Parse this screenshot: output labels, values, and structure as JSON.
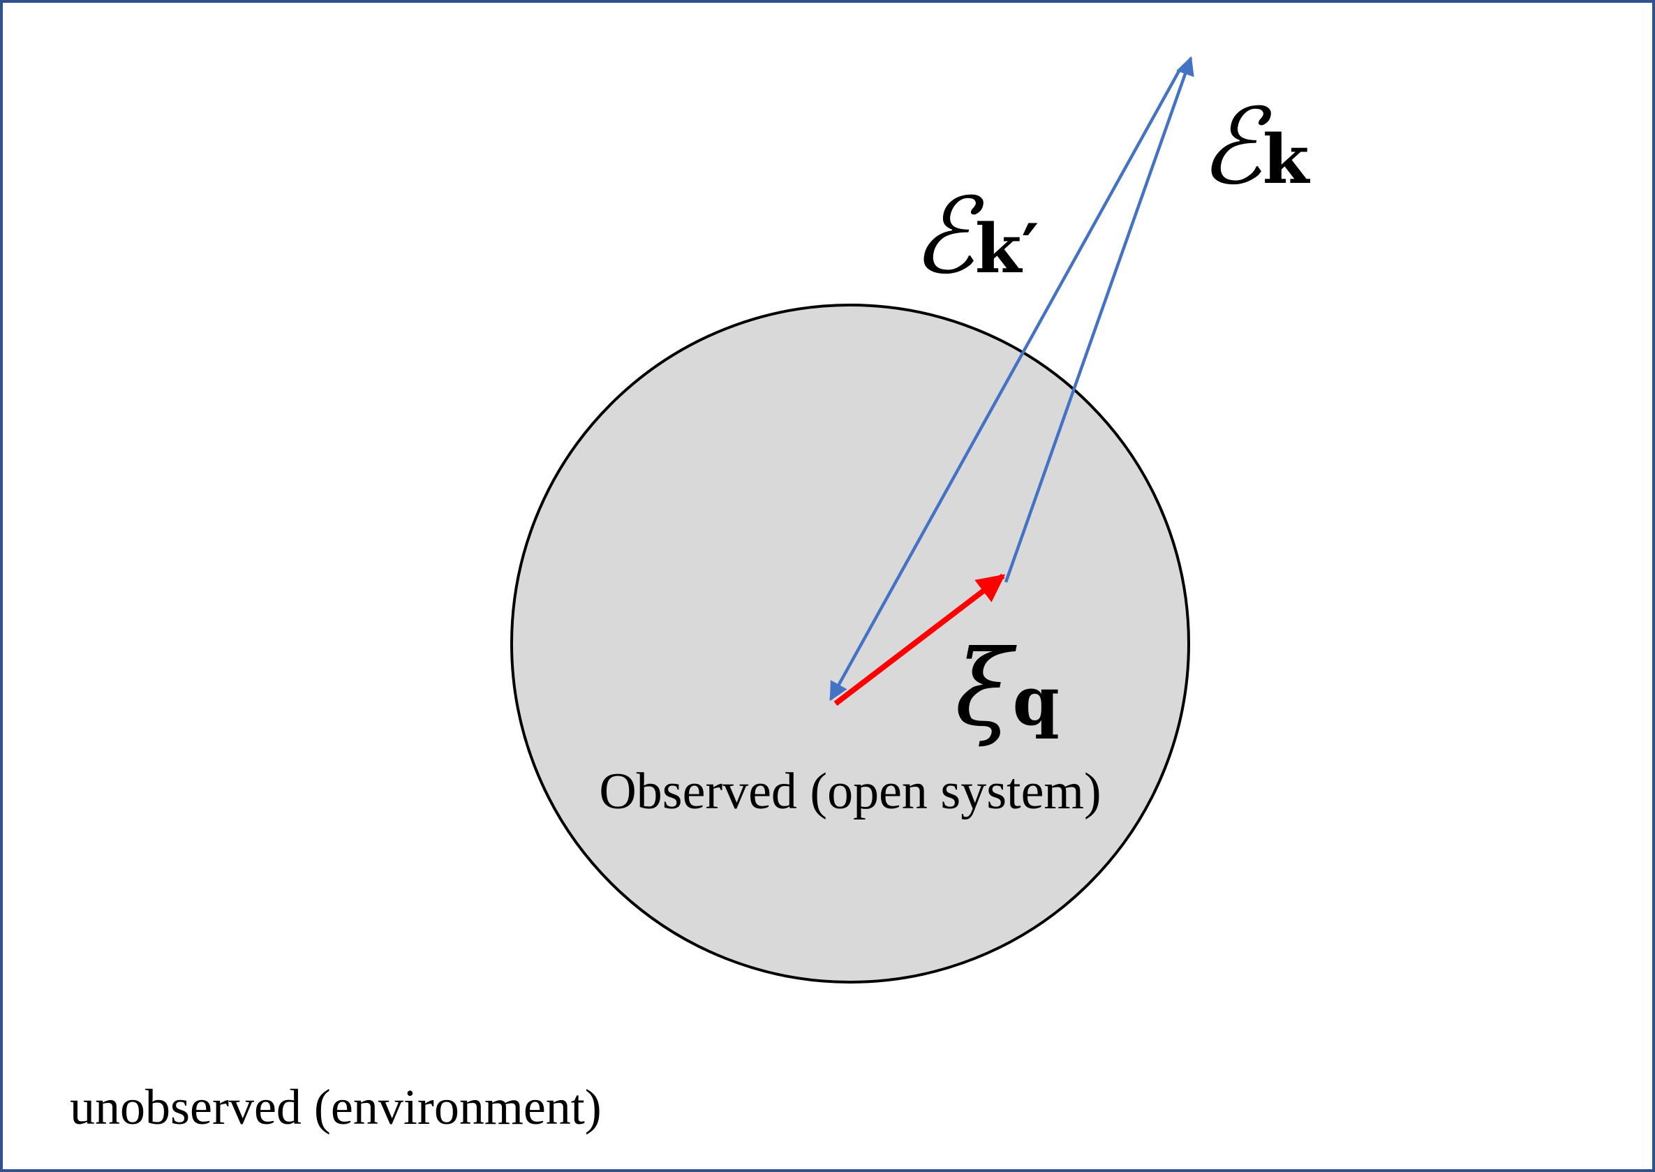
{
  "labels": {
    "observed": "Observed (open system)",
    "unobserved": "unobserved (environment)"
  },
  "math": {
    "e_k": {
      "symbol": "ℰ",
      "subscript": "k"
    },
    "e_kprime": {
      "symbol": "ℰ",
      "subscript": "k′"
    },
    "xi_q": {
      "symbol": "ξ",
      "subscript": "q"
    }
  },
  "colors": {
    "border": "#2f528f",
    "circle_fill": "#d9d9d9",
    "circle_stroke": "#000000",
    "vector_blue": "#4472c4",
    "vector_red": "#ff0000"
  }
}
